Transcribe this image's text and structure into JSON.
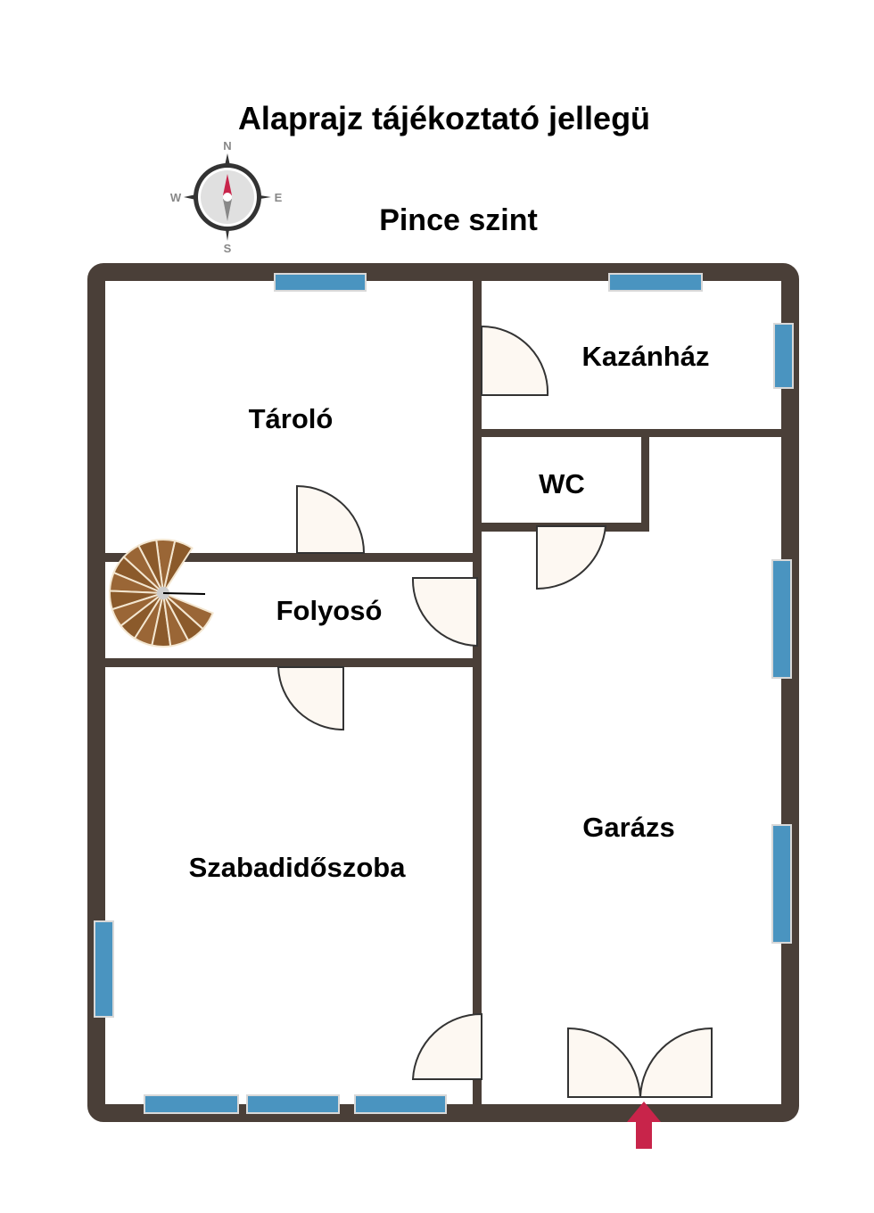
{
  "title": "Alaprajz tájékoztató jellegü",
  "level": "Pince szint",
  "compass": {
    "n": "N",
    "s": "S",
    "e": "E",
    "w": "W"
  },
  "rooms": {
    "taroló": "Tároló",
    "kazanhaz": "Kazánház",
    "wc": "WC",
    "folyoso": "Folyosó",
    "szabadido": "Szabadidőszoba",
    "garazs": "Garázs"
  },
  "colors": {
    "wall": "#4a3f38",
    "window": "#4a94c0",
    "entrance_arrow": "#c8244a",
    "stairs": "#8b5a2b"
  }
}
